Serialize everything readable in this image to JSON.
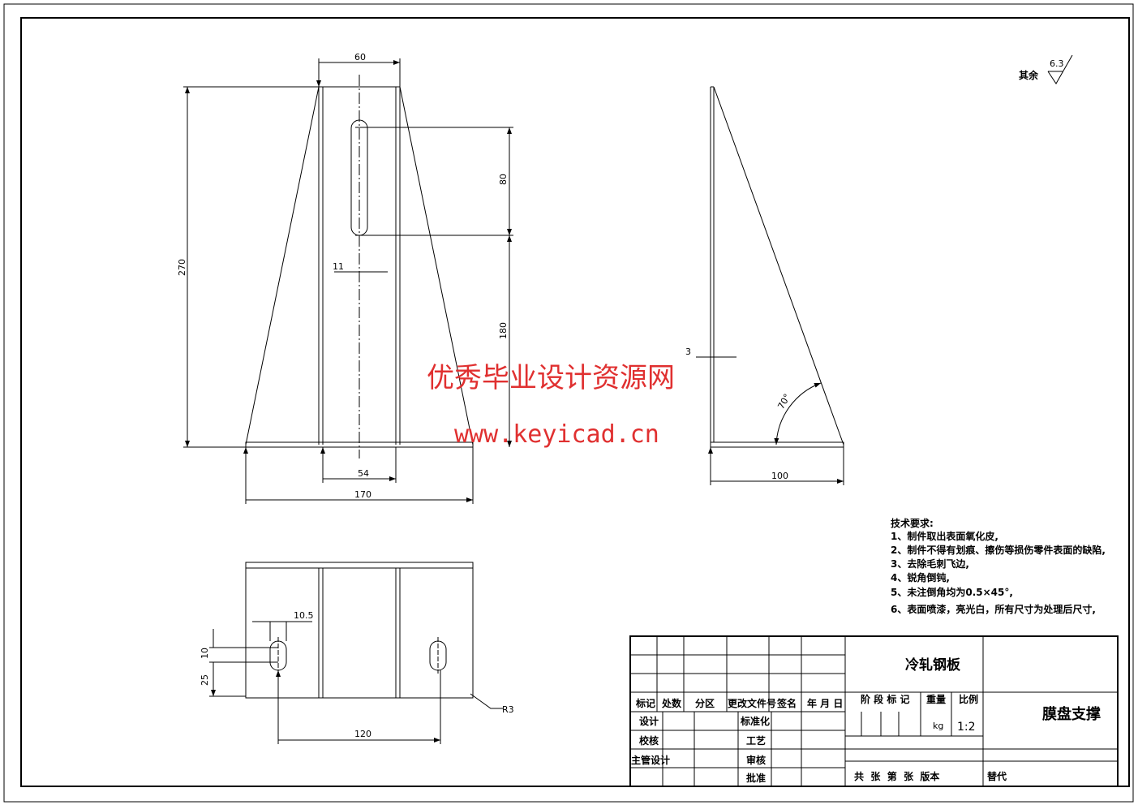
{
  "drawing": {
    "surface_note": {
      "label": "其余",
      "value": "6.3"
    },
    "front_view": {
      "dim_top": "60",
      "dim_height": "270",
      "dim_slot": "80",
      "dim_lower": "180",
      "dim_slot_width": "11",
      "dim_inner": "54",
      "dim_base": "170"
    },
    "side_view": {
      "dim_thickness": "3",
      "dim_angle": "70°",
      "dim_base": "100"
    },
    "bottom_view": {
      "dim_slot_w": "10.5",
      "dim_10": "10",
      "dim_25": "25",
      "dim_spacing": "120",
      "dim_radius": "R3"
    }
  },
  "watermark": {
    "line1": "优秀毕业设计资源网",
    "line2": "www.keyicad.cn"
  },
  "tech_requirements": {
    "title": "技术要求:",
    "items": [
      "1、制件取出表面氧化皮,",
      "2、制件不得有划痕、擦伤等损伤零件表面的缺陷,",
      "3、去除毛刺飞边,",
      "4、锐角倒钝,",
      "5、未注倒角均为0.5×45°,",
      "6、表面喷漆，亮光白，所有尺寸为处理后尺寸,"
    ]
  },
  "title_block": {
    "material": "冷轧钢板",
    "part_name": "膜盘支撑",
    "headers": [
      "标记",
      "处数",
      "分区",
      "更改文件号",
      "签名",
      "年 月 日"
    ],
    "roles": [
      "设计",
      "校核",
      "主管设计",
      ""
    ],
    "roles2": [
      "标准化",
      "工艺",
      "审核",
      "批准"
    ],
    "stage_label": "阶 段 标 记",
    "weight_label": "重量",
    "scale_label": "比例",
    "weight_unit": "kg",
    "scale": "1:2",
    "sheet_info": "共  张  第  张  版本",
    "replace": "替代"
  }
}
